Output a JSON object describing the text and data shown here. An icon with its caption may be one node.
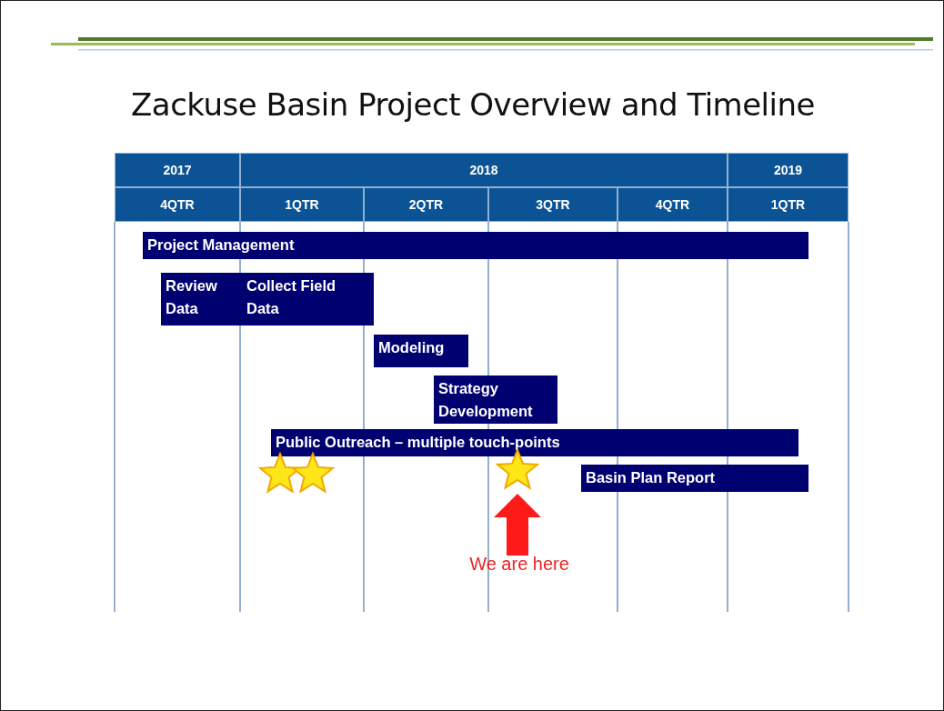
{
  "diagram": {
    "title": "Zackuse Basin Project Overview and Timeline",
    "nodes": [
      {
        "text": [
          "Project Management"
        ]
      },
      {
        "text": [
          "Review Data"
        ]
      },
      {
        "text": [
          "Collect Field Data"
        ]
      },
      {
        "text": [
          "Modeling"
        ]
      },
      {
        "text": [
          "Strategy Development"
        ]
      },
      {
        "text": [
          "Public Outreach – multiple touch-points"
        ]
      },
      {
        "text": [
          "Basin Plan Report"
        ]
      },
      {
        "text": [
          "We are here"
        ]
      },
      {
        "text": [],
        "shape": "star"
      },
      {
        "text": [],
        "shape": "star"
      },
      {
        "text": [],
        "shape": "star"
      }
    ],
    "edges": [
      {
        "from": 7,
        "to": 10,
        "arrow": "to"
      }
    ],
    "labels": [
      "2017",
      "2018",
      "2019",
      "4QTR",
      "1QTR",
      "2QTR",
      "3QTR",
      "4QTR",
      "1QTR"
    ]
  }
}
